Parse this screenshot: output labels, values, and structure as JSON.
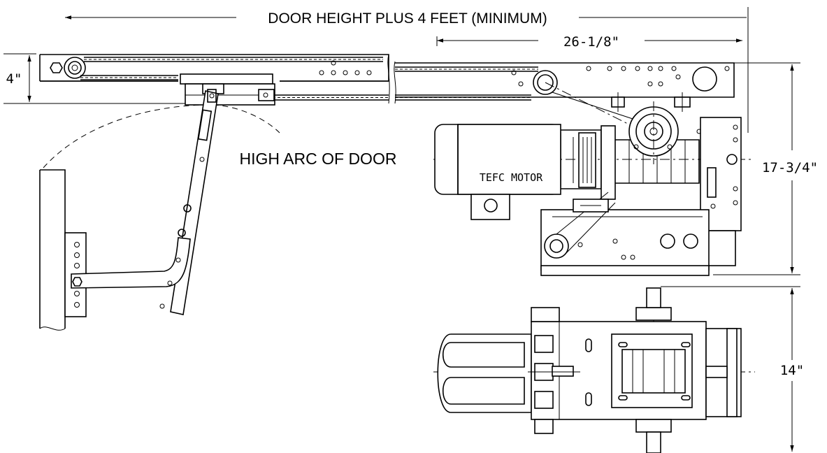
{
  "labels": {
    "overall_dimension": "DOOR HEIGHT PLUS 4 FEET (MINIMUM)",
    "rail_dimension": "26-1/8\"",
    "rail_height": "4\"",
    "arc_label": "HIGH ARC OF DOOR",
    "motor_label": "TEFC MOTOR",
    "unit_height": "17-3/4\"",
    "unit_depth": "14\""
  },
  "colors": {
    "line": "#000000",
    "background": "#ffffff"
  }
}
